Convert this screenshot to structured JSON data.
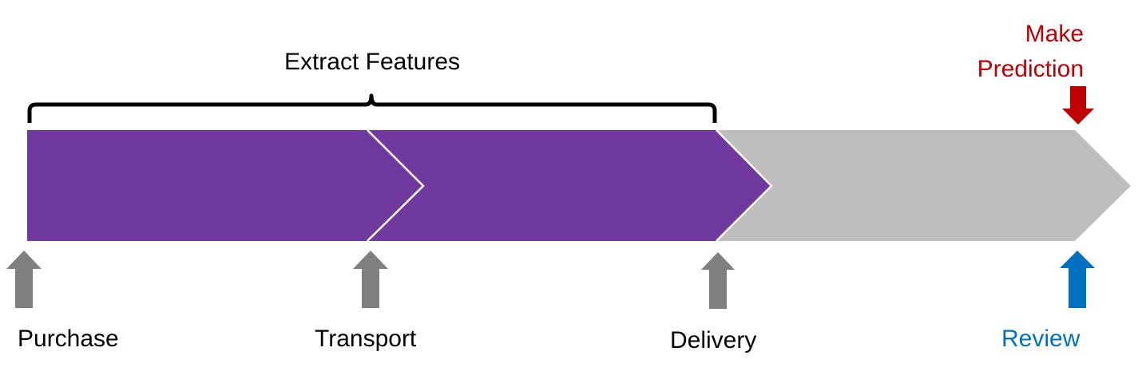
{
  "title": "Extract Features",
  "colors": {
    "feature_segment": "#7039A0",
    "future_segment": "#BEBEBE",
    "separator": "#FFFFFF",
    "brace": "#000000",
    "event_arrow": "#7F7F7F",
    "review_arrow": "#0070C0",
    "prediction_arrow": "#C00000",
    "label_default": "#000000",
    "label_review": "#0070C0",
    "label_prediction": "#C00000"
  },
  "segments": [
    {
      "name": "purchase-to-transport",
      "phase": "feature-extraction"
    },
    {
      "name": "transport-to-delivery",
      "phase": "feature-extraction"
    },
    {
      "name": "delivery-to-review",
      "phase": "waiting"
    }
  ],
  "events": [
    {
      "label": "Purchase",
      "icon": "up-arrow-icon",
      "color_key": "event_arrow"
    },
    {
      "label": "Transport",
      "icon": "up-arrow-icon",
      "color_key": "event_arrow"
    },
    {
      "label": "Delivery",
      "icon": "up-arrow-icon",
      "color_key": "event_arrow"
    },
    {
      "label": "Review",
      "icon": "up-arrow-icon",
      "color_key": "review_arrow"
    }
  ],
  "prediction": {
    "line1": "Make",
    "line2": "Prediction",
    "icon": "down-arrow-icon"
  }
}
